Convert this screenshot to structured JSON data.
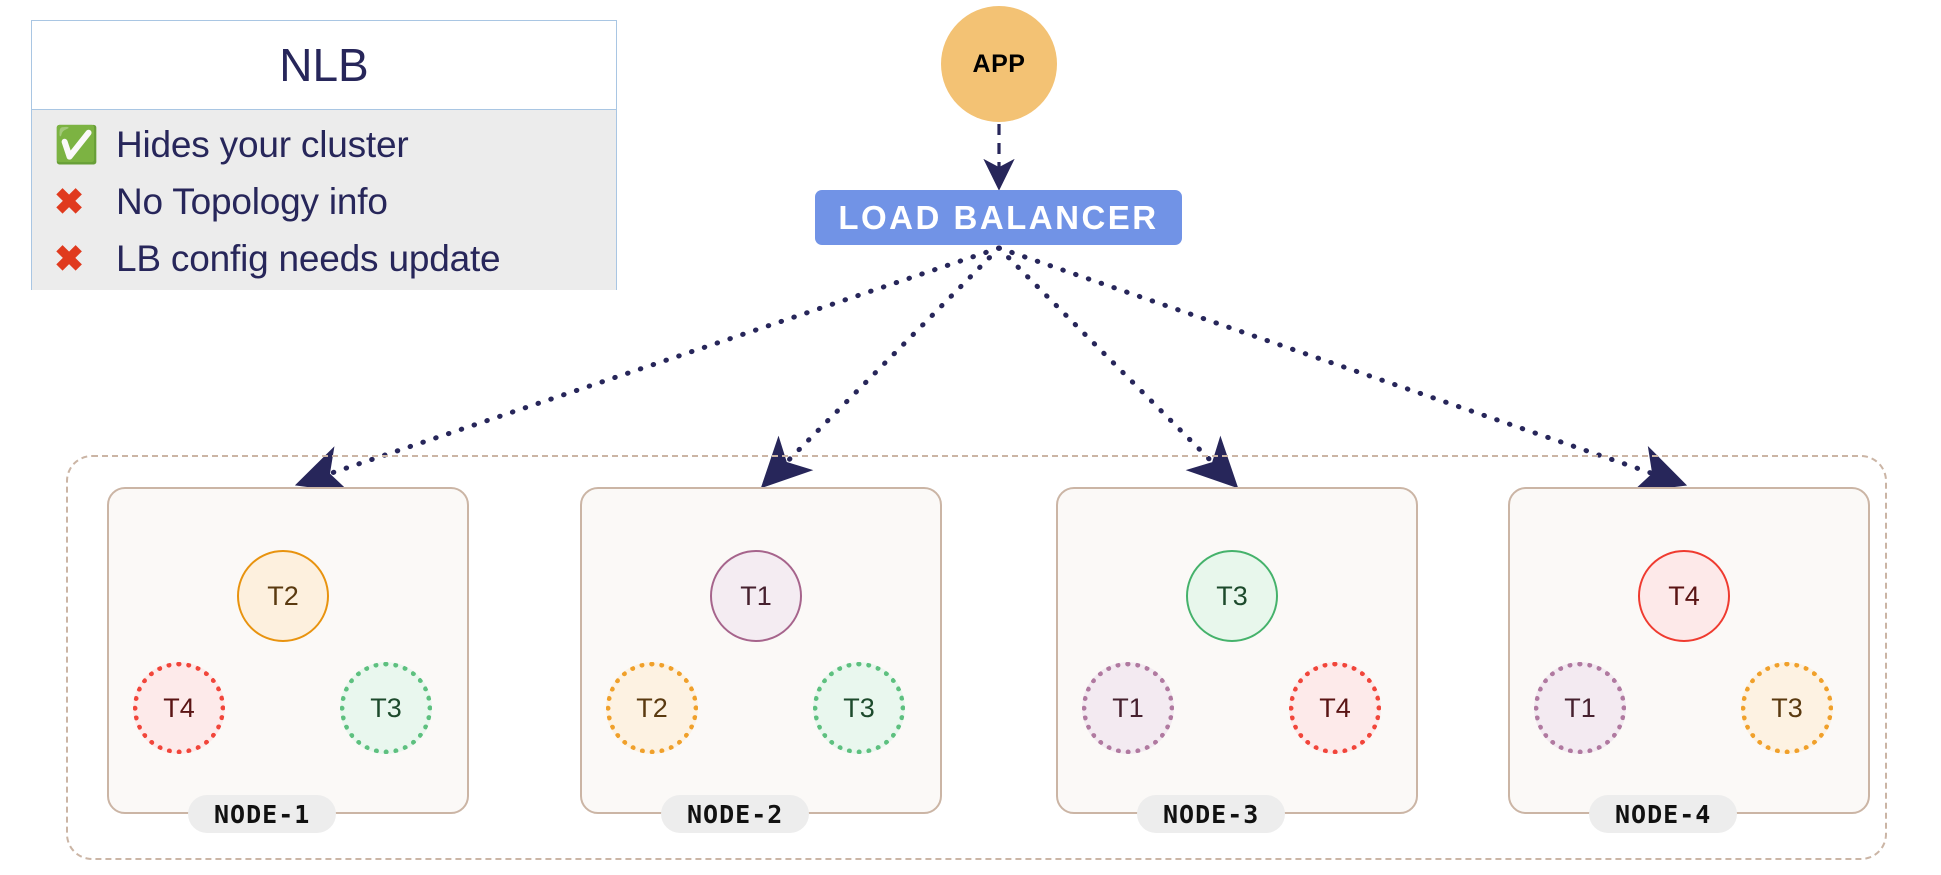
{
  "legend": {
    "title": "NLB",
    "items": [
      {
        "mark": "check-icon",
        "mark_glyph": "✅",
        "text": "Hides your cluster"
      },
      {
        "mark": "cross-icon",
        "mark_glyph": "✖",
        "text": "No Topology info"
      },
      {
        "mark": "cross-icon",
        "mark_glyph": "✖",
        "text": "LB config needs update"
      }
    ]
  },
  "app": {
    "label": "APP"
  },
  "load_balancer": {
    "label": "LOAD  BALANCER"
  },
  "nodes": [
    {
      "label": "NODE-1",
      "tasks": [
        {
          "label": "T2",
          "theme": "orange",
          "state": "solid"
        },
        {
          "label": "T4",
          "theme": "red",
          "state": "ghost"
        },
        {
          "label": "T3",
          "theme": "green",
          "state": "ghost"
        }
      ]
    },
    {
      "label": "NODE-2",
      "tasks": [
        {
          "label": "T1",
          "theme": "purple",
          "state": "solid"
        },
        {
          "label": "T2",
          "theme": "orange",
          "state": "ghost"
        },
        {
          "label": "T3",
          "theme": "green",
          "state": "ghost"
        }
      ]
    },
    {
      "label": "NODE-3",
      "tasks": [
        {
          "label": "T3",
          "theme": "green",
          "state": "solid"
        },
        {
          "label": "T1",
          "theme": "purple",
          "state": "ghost"
        },
        {
          "label": "T4",
          "theme": "red",
          "state": "ghost"
        }
      ]
    },
    {
      "label": "NODE-4",
      "tasks": [
        {
          "label": "T4",
          "theme": "red",
          "state": "solid"
        },
        {
          "label": "T1",
          "theme": "purple",
          "state": "ghost"
        },
        {
          "label": "T3",
          "theme": "orange",
          "state": "ghost"
        }
      ]
    }
  ],
  "colors": {
    "app_fill": "#f3c274",
    "lb_fill": "#7193e6",
    "edge": "#27265a",
    "cluster_border": "#cbb5a5",
    "node_fill": "#fbf9f7",
    "node_border": "#cbb5a5",
    "legend_border": "#a9c6e3",
    "legend_body": "#ececec",
    "text_dark": "#27265a"
  }
}
